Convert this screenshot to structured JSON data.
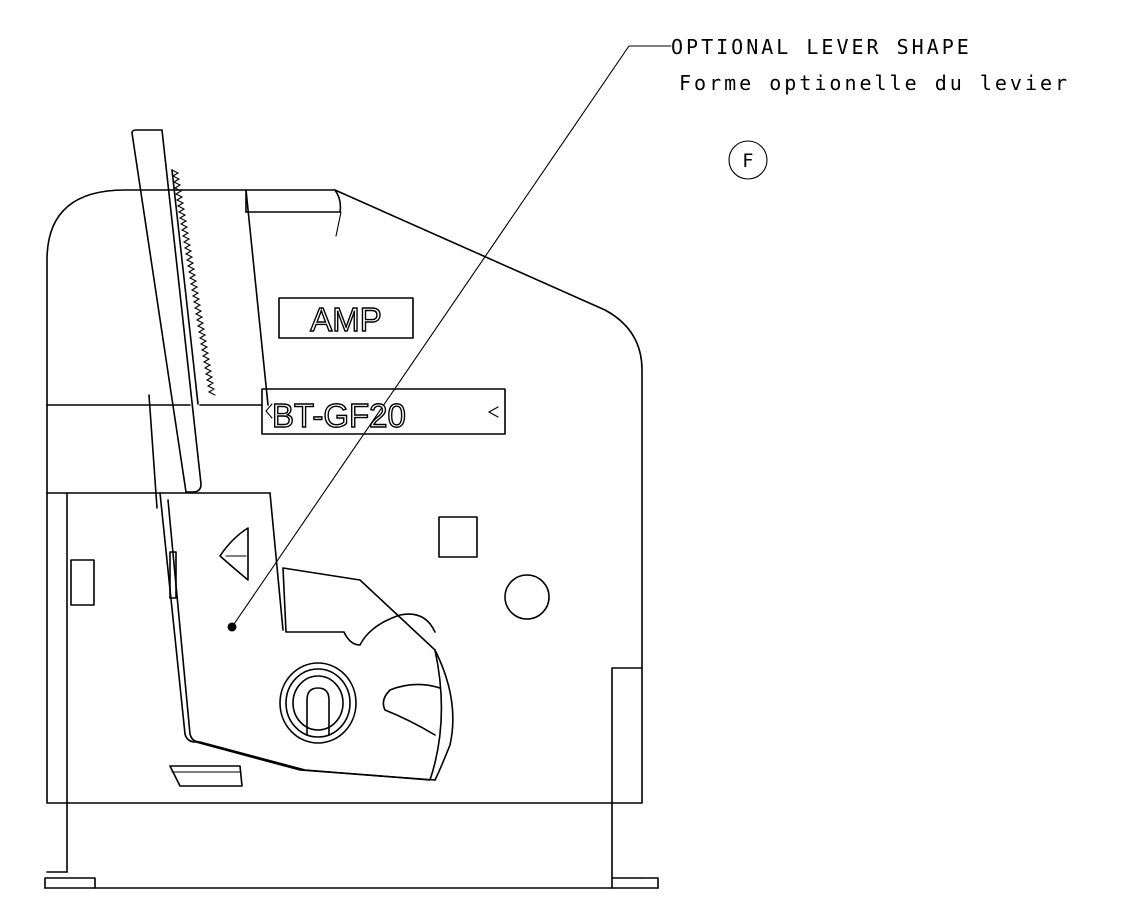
{
  "callout": {
    "line1": "OPTIONAL LEVER SHAPE",
    "line2": "Forme optionelle du levier"
  },
  "detail_label": "F",
  "markings": {
    "brand": "AMP",
    "part_code": "BT-GF20"
  }
}
